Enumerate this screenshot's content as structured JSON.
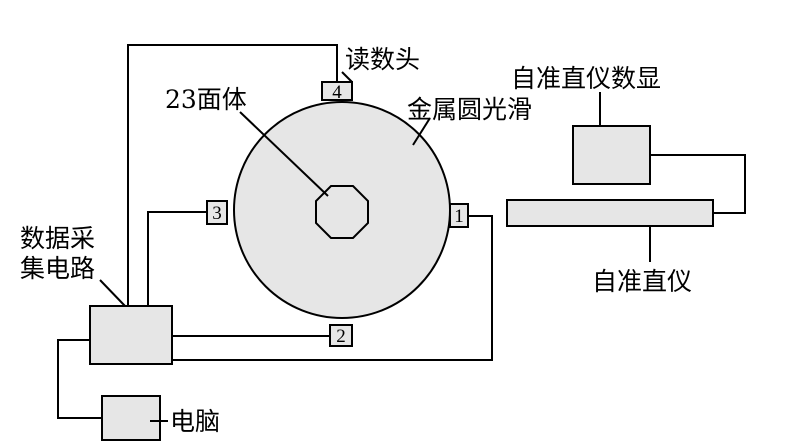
{
  "labels": {
    "reading_head": "读数头",
    "polyhedron": "23面体",
    "metal_disc": "金属圆光滑",
    "autocollimator_display": "自准直仪数显",
    "autocollimator": "自准直仪",
    "daq_line1": "数据采",
    "daq_line2": "集电路",
    "computer": "电脑"
  },
  "heads": {
    "h1": "1",
    "h2": "2",
    "h3": "3",
    "h4": "4"
  },
  "colors": {
    "fill": "#e6e6e6",
    "stroke": "#000000"
  }
}
